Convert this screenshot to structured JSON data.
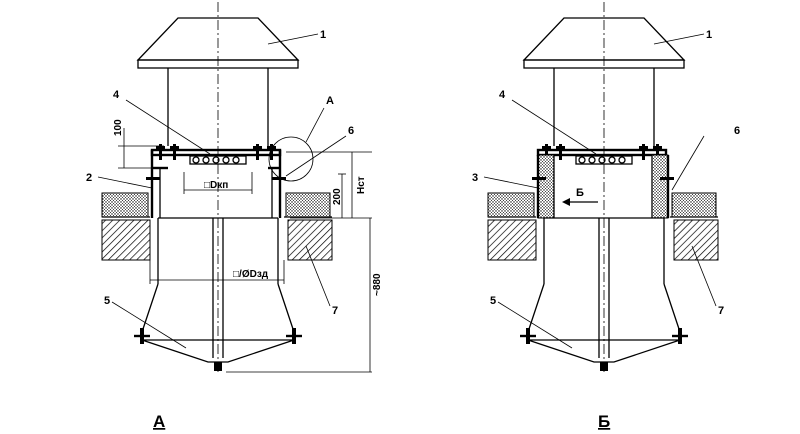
{
  "variant_a": {
    "caption": "А",
    "labels": [
      "1",
      "4",
      "2",
      "6",
      "5",
      "7"
    ],
    "detail_callout": "А",
    "dims": {
      "d100": "100",
      "d200": "200",
      "hst": "Hст",
      "d880": "~880",
      "dkp": "□Dкп",
      "dzd": "□/ØDзд"
    }
  },
  "variant_b": {
    "caption": "Б",
    "labels": [
      "1",
      "4",
      "3",
      "6",
      "5",
      "7"
    ],
    "arrow": "Б"
  }
}
